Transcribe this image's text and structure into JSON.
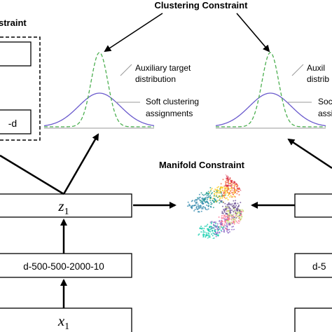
{
  "title_top": "Clustering Constraint",
  "title_manifold": "Manifold Constraint",
  "box_partial_left": "-d",
  "left_panel_partial_title": "straint",
  "legend_left": {
    "aux_line1": "Auxiliary target",
    "aux_line2": "distribution",
    "soft_line1": "Soft clustering",
    "soft_line2": "assignments"
  },
  "legend_right": {
    "aux_line1": "Auxil",
    "aux_line2": "distrib",
    "soft_line1": "Soc",
    "soft_line2": "assign"
  },
  "z_box": {
    "var": "z",
    "sub": "1"
  },
  "encoder_box": "d-500-500-2000-10",
  "x_box": {
    "var": "x",
    "sub": "1"
  },
  "right_partial_box": "d-5",
  "colors": {
    "aux_curve": "#4caf50",
    "soft_curve": "#6a5acd",
    "arrow": "#000000"
  },
  "icons": {
    "manifold": "manifold-scatter-icon"
  }
}
